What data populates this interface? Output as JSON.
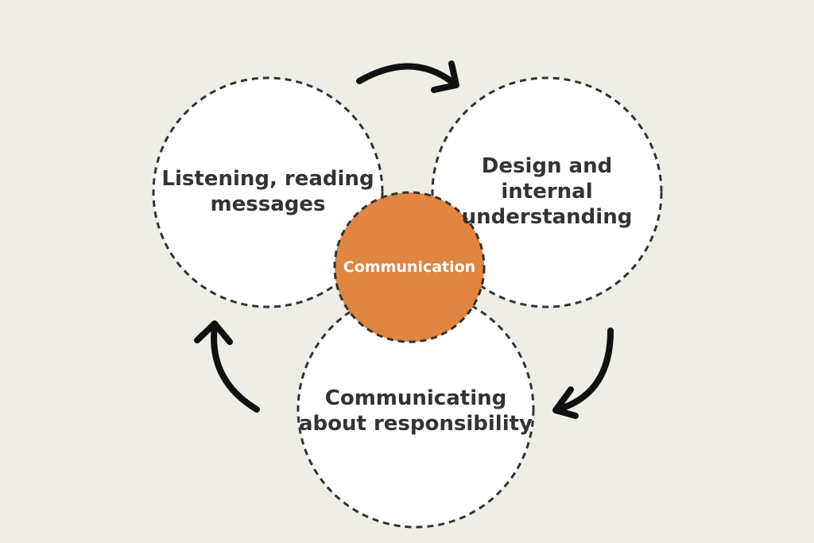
{
  "diagram": {
    "nodes": [
      {
        "id": "left",
        "lines": [
          "Listening, reading",
          "messages"
        ]
      },
      {
        "id": "right",
        "lines": [
          "Design and internal",
          "understanding"
        ]
      },
      {
        "id": "bottom",
        "lines": [
          "Communicating",
          "about responsibility"
        ]
      }
    ],
    "center": {
      "label": "Communication"
    },
    "colors": {
      "background": "#efeee6",
      "circle_fill": "#ffffff",
      "dash_stroke": "#333333",
      "center_fill": "#e08641",
      "arrow": "#111111",
      "text": "#333333"
    },
    "arrows": [
      {
        "from": "left",
        "to": "right"
      },
      {
        "from": "right",
        "to": "bottom"
      },
      {
        "from": "bottom",
        "to": "left"
      }
    ]
  }
}
